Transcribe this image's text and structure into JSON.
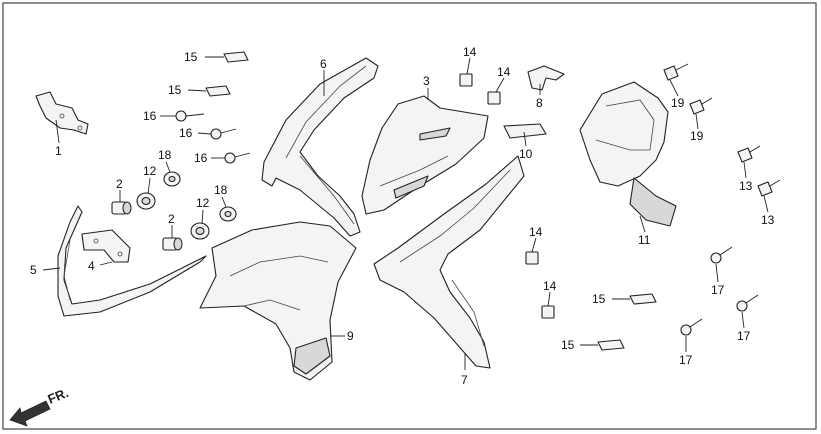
{
  "callouts": [
    "1",
    "2",
    "2",
    "3",
    "4",
    "5",
    "6",
    "7",
    "8",
    "9",
    "10",
    "11",
    "12",
    "12",
    "13",
    "13",
    "14",
    "14",
    "14",
    "14",
    "15",
    "15",
    "15",
    "15",
    "16",
    "16",
    "16",
    "17",
    "17",
    "17",
    "18",
    "18",
    "19",
    "19"
  ],
  "direction_label": "FR.",
  "colors": {
    "line": "#222222",
    "fill": "#f4f4f4",
    "shade": "#d8d8d8"
  }
}
